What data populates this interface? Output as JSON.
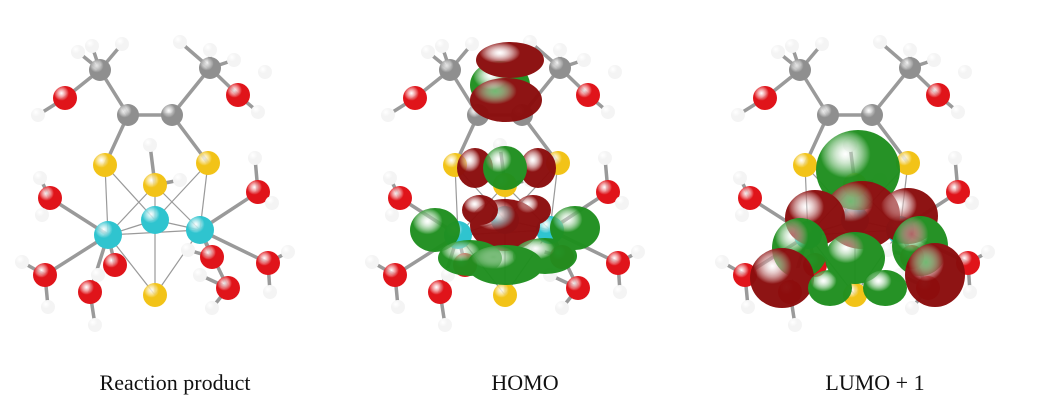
{
  "panels": [
    {
      "id": "reaction-product",
      "caption": "Reaction product",
      "orbitals": "none"
    },
    {
      "id": "homo",
      "caption": "HOMO",
      "orbitals": "homo"
    },
    {
      "id": "lumo-plus-1",
      "caption": "LUMO + 1",
      "orbitals": "lumo1"
    }
  ],
  "colors": {
    "oxygen": "#e0141a",
    "hydrogen": "#f4f4f4",
    "carbon": "#8f8f8f",
    "sulfur": "#f2c318",
    "metal": "#2fc4cf",
    "bond": "#9a9a9a",
    "lobe_positive": "#8b0d0d",
    "lobe_negative": "#1f8f1f"
  }
}
